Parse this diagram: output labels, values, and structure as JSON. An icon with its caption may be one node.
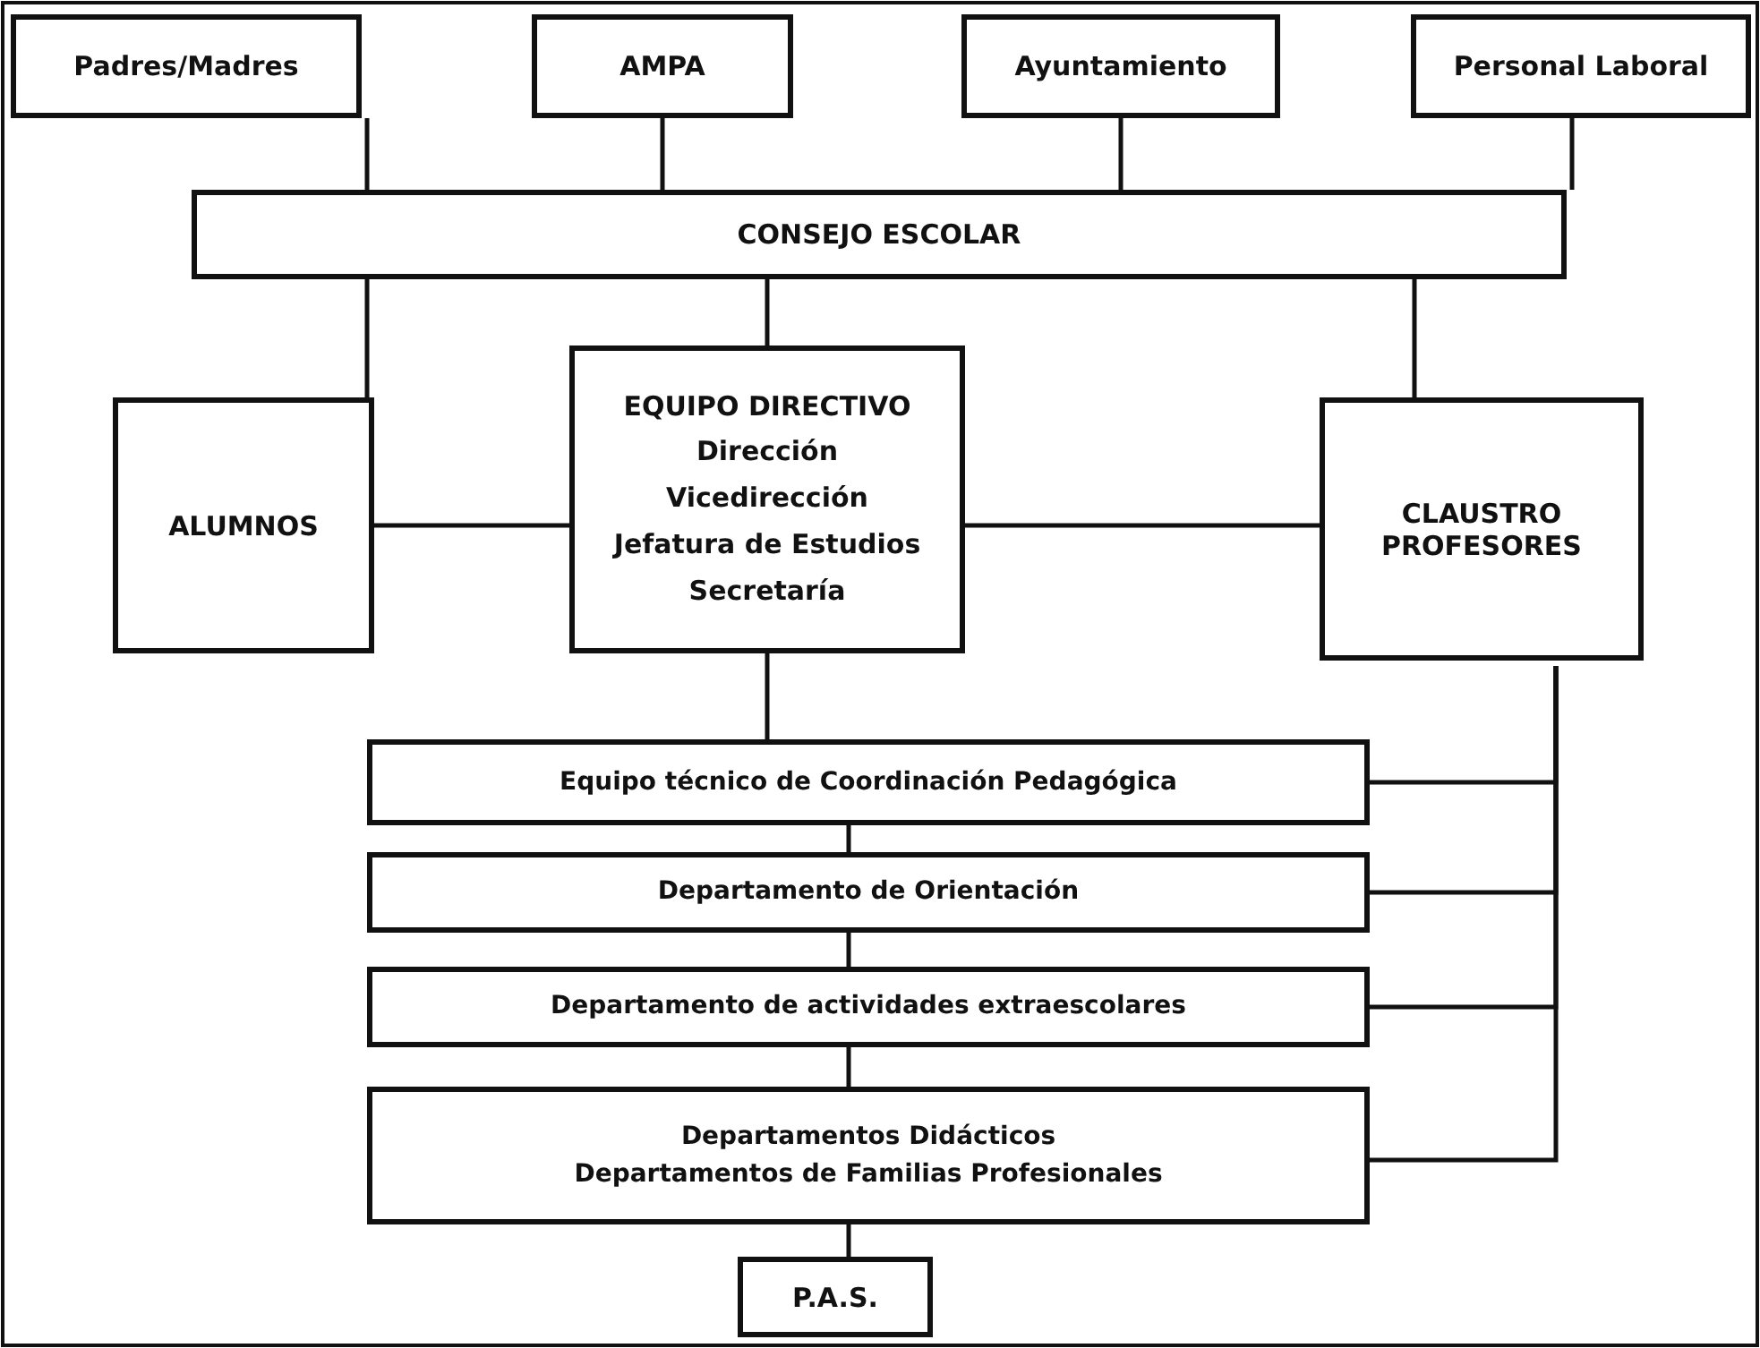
{
  "diagram": {
    "nodes": [
      {
        "text": [
          "Padres/Madres"
        ]
      },
      {
        "text": [
          "AMPA"
        ]
      },
      {
        "text": [
          "Ayuntamiento"
        ]
      },
      {
        "text": [
          "Personal Laboral"
        ]
      },
      {
        "text": [
          "CONSEJO ESCOLAR"
        ]
      },
      {
        "text": [
          "ALUMNOS"
        ]
      },
      {
        "text": [
          "EQUIPO DIRECTIVO",
          "Dirección",
          "Vicedirección",
          "Jefatura de Estudios",
          "Secretaría"
        ]
      },
      {
        "text": [
          "CLAUSTRO PROFESORES"
        ]
      },
      {
        "text": [
          "Equipo técnico de Coordinación Pedagógica"
        ]
      },
      {
        "text": [
          "Departamento de Orientación"
        ]
      },
      {
        "text": [
          "Departamento de actividades extraescolares"
        ]
      },
      {
        "text": [
          "Departamentos Didácticos",
          "Departamentos de Familias Profesionales"
        ]
      },
      {
        "text": [
          "P.A.S."
        ]
      }
    ],
    "edges": [
      {
        "from": 0,
        "to": 4,
        "arrow": "none"
      },
      {
        "from": 1,
        "to": 4,
        "arrow": "none"
      },
      {
        "from": 2,
        "to": 4,
        "arrow": "none"
      },
      {
        "from": 3,
        "to": 4,
        "arrow": "none"
      },
      {
        "from": 4,
        "to": 5,
        "arrow": "none"
      },
      {
        "from": 4,
        "to": 6,
        "arrow": "none"
      },
      {
        "from": 4,
        "to": 7,
        "arrow": "none"
      },
      {
        "from": 5,
        "to": 6,
        "arrow": "none"
      },
      {
        "from": 6,
        "to": 7,
        "arrow": "none"
      },
      {
        "from": 6,
        "to": 8,
        "arrow": "none"
      },
      {
        "from": 8,
        "to": 9,
        "arrow": "none"
      },
      {
        "from": 9,
        "to": 10,
        "arrow": "none"
      },
      {
        "from": 10,
        "to": 11,
        "arrow": "none"
      },
      {
        "from": 11,
        "to": 12,
        "arrow": "none"
      },
      {
        "from": 7,
        "to": 8,
        "arrow": "none"
      },
      {
        "from": 7,
        "to": 9,
        "arrow": "none"
      },
      {
        "from": 7,
        "to": 10,
        "arrow": "none"
      },
      {
        "from": 7,
        "to": 11,
        "arrow": "none"
      }
    ]
  }
}
